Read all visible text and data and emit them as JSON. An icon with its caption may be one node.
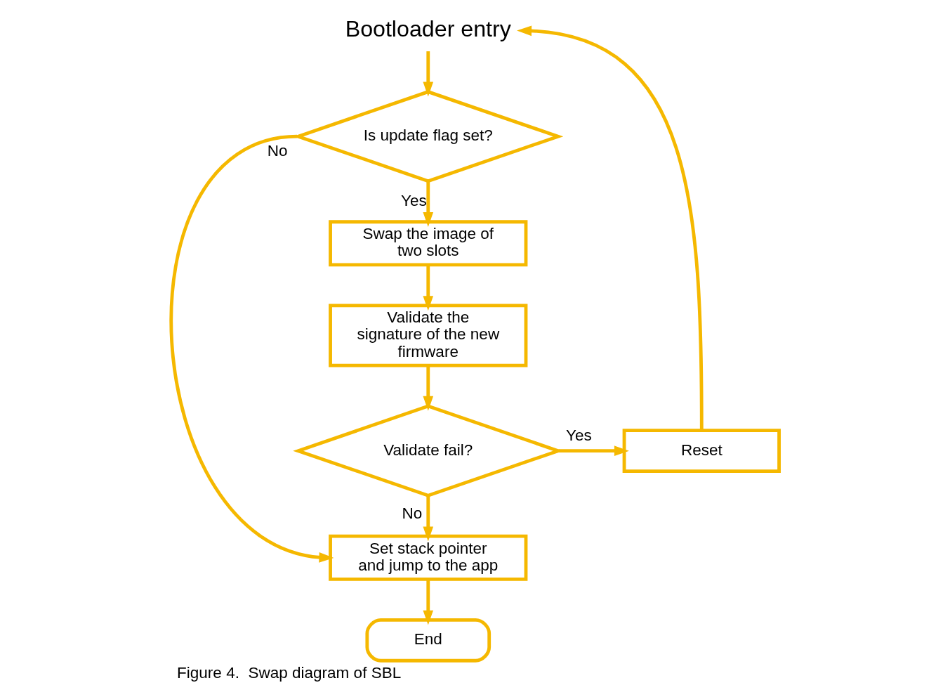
{
  "diagram": {
    "caption": "Figure 4.  Swap diagram of SBL",
    "nodes": [
      {
        "text": [
          "Bootloader entry"
        ]
      },
      {
        "text": [
          "Is update flag set?"
        ]
      },
      {
        "text": [
          "Swap the image of two slots"
        ]
      },
      {
        "text": [
          "Validate the signature of the new firmware"
        ]
      },
      {
        "text": [
          "Validate fail?"
        ]
      },
      {
        "text": [
          "Reset"
        ]
      },
      {
        "text": [
          "Set stack pointer and jump to the app"
        ]
      },
      {
        "text": [
          "End"
        ]
      }
    ],
    "edges": [
      {
        "from": 0,
        "to": 1,
        "arrow": "to"
      },
      {
        "from": 1,
        "to": 2,
        "arrow": "to",
        "label": "Yes"
      },
      {
        "from": 1,
        "to": 6,
        "arrow": "to",
        "label": "No"
      },
      {
        "from": 2,
        "to": 3,
        "arrow": "to"
      },
      {
        "from": 3,
        "to": 4,
        "arrow": "to"
      },
      {
        "from": 4,
        "to": 5,
        "arrow": "to",
        "label": "Yes"
      },
      {
        "from": 4,
        "to": 6,
        "arrow": "to",
        "label": "No"
      },
      {
        "from": 5,
        "to": 0,
        "arrow": "to"
      },
      {
        "from": 6,
        "to": 7,
        "arrow": "to"
      }
    ]
  }
}
